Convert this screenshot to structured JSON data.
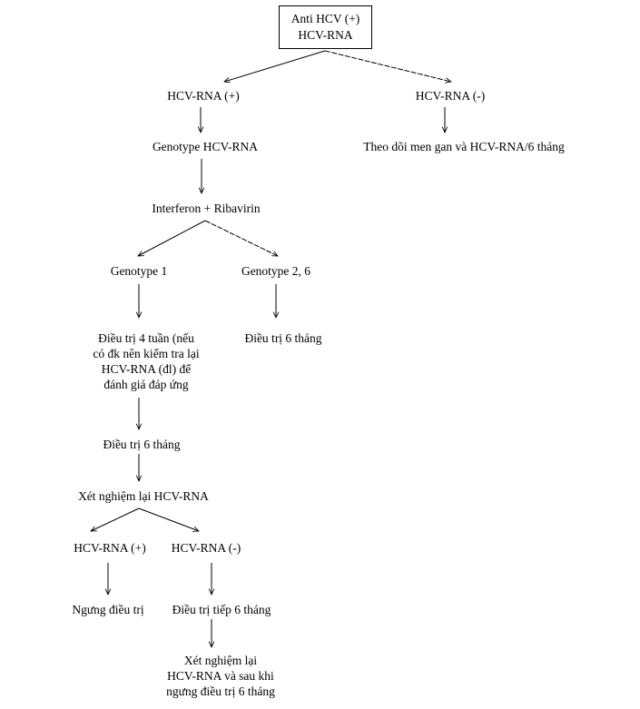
{
  "nodes": {
    "root": {
      "lines": [
        "Anti HCV (+)",
        "HCV-RNA"
      ]
    },
    "hcv_pos": {
      "lines": [
        "HCV-RNA (+)"
      ]
    },
    "hcv_neg": {
      "lines": [
        "HCV-RNA (-)"
      ]
    },
    "monitor": {
      "lines": [
        "Theo dõi men gan và HCV-RNA/6 tháng"
      ]
    },
    "genotype": {
      "lines": [
        "Genotype HCV-RNA"
      ]
    },
    "treatment": {
      "lines": [
        "Interferon + Ribavirin"
      ]
    },
    "geno1": {
      "lines": [
        "Genotype 1"
      ]
    },
    "geno26": {
      "lines": [
        "Genotype 2, 6"
      ]
    },
    "treat4w": {
      "lines": [
        "Điều trị 4 tuần (nếu",
        "có đk nên kiểm tra lại",
        "HCV-RNA (đl) để",
        "đánh giá đáp ứng"
      ]
    },
    "treat6m_b": {
      "lines": [
        "Điều trị 6 tháng"
      ]
    },
    "treat6m_a": {
      "lines": [
        "Điều trị 6 tháng"
      ]
    },
    "retest": {
      "lines": [
        "Xét nghiệm lại HCV-RNA"
      ]
    },
    "re_pos": {
      "lines": [
        "HCV-RNA (+)"
      ]
    },
    "re_neg": {
      "lines": [
        "HCV-RNA (-)"
      ]
    },
    "stop": {
      "lines": [
        "Ngưng điều trị"
      ]
    },
    "continue": {
      "lines": [
        "Điều trị tiếp 6 tháng"
      ]
    },
    "final": {
      "lines": [
        "Xét nghiệm lại",
        "HCV-RNA và sau khi",
        "ngưng điều trị 6 tháng"
      ]
    }
  }
}
